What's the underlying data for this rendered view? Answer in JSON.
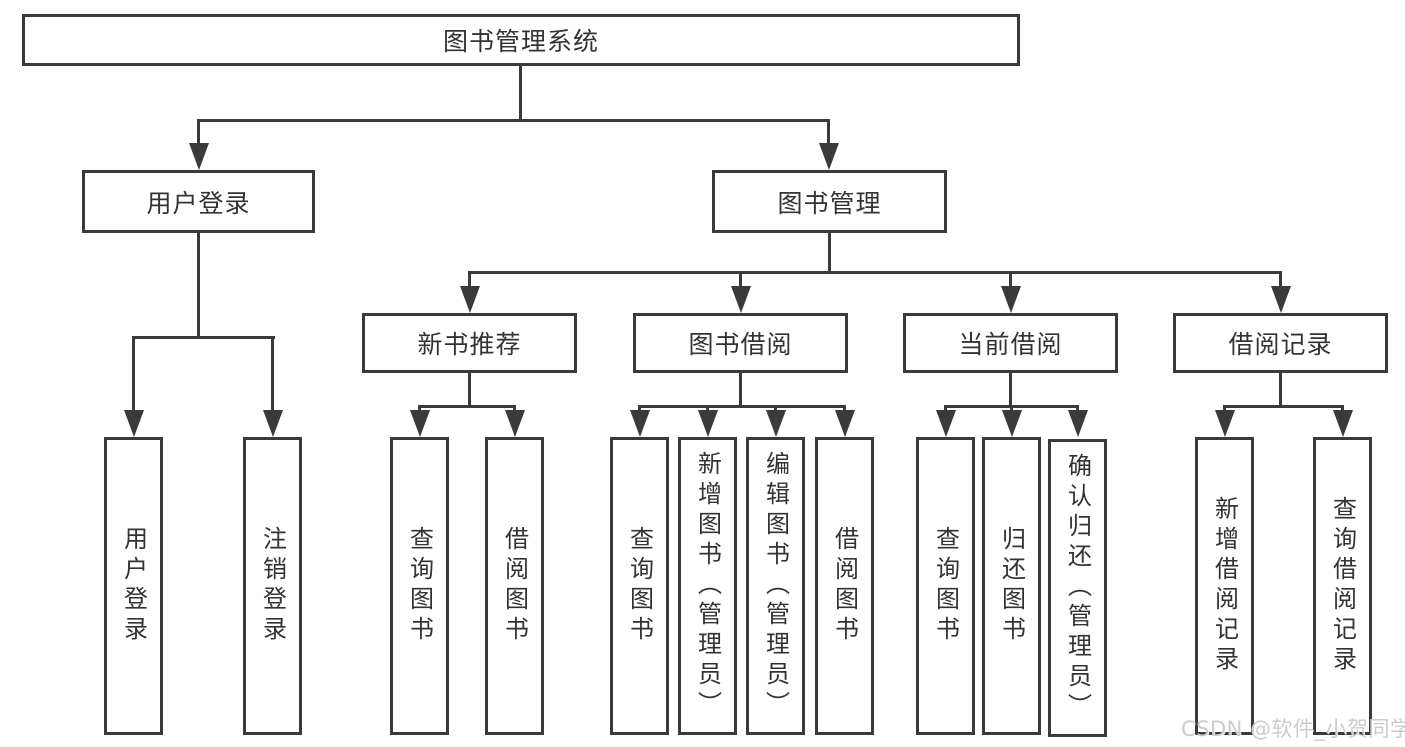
{
  "diagram": {
    "root": {
      "label": "图书管理系统"
    },
    "level2": [
      {
        "id": "user-login",
        "label": "用户登录"
      },
      {
        "id": "book-management",
        "label": "图书管理"
      }
    ],
    "level3": [
      {
        "id": "new-book-recommendation",
        "label": "新书推荐"
      },
      {
        "id": "book-borrowing",
        "label": "图书借阅"
      },
      {
        "id": "current-borrowing",
        "label": "当前借阅"
      },
      {
        "id": "borrowing-records",
        "label": "借阅记录"
      }
    ],
    "leafGroups": [
      {
        "parent": "用户登录",
        "leaves": [
          "用户登录",
          "注销登录"
        ]
      },
      {
        "parent": "新书推荐",
        "leaves": [
          "查询图书",
          "借阅图书"
        ]
      },
      {
        "parent": "图书借阅",
        "leaves": [
          "查询图书",
          "新增图书（管理员）",
          "编辑图书（管理员）",
          "借阅图书"
        ]
      },
      {
        "parent": "当前借阅",
        "leaves": [
          "查询图书",
          "归还图书",
          "确认归还（管理员）"
        ]
      },
      {
        "parent": "借阅记录",
        "leaves": [
          "新增借阅记录",
          "查询借阅记录"
        ]
      }
    ]
  },
  "watermark": {
    "text": "CSDN @软件_小贺同学"
  },
  "colors": {
    "line": "#3a3a3a",
    "text": "#333333",
    "watermark": "#cccccc",
    "background": "#ffffff"
  }
}
